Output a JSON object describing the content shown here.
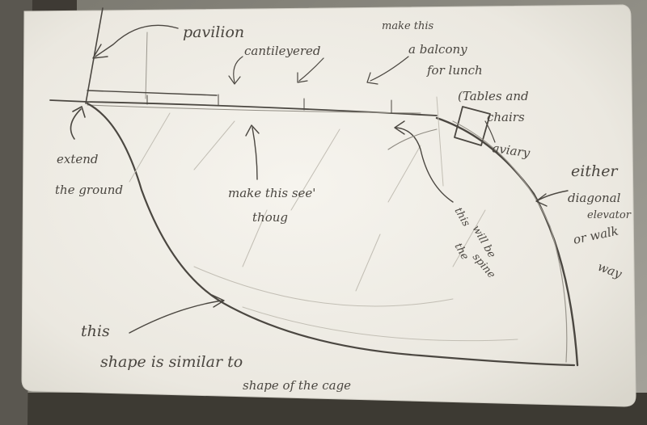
{
  "notes": {
    "pavilion": "pavilion",
    "cantilevered": "cantileyered",
    "balcony_1": "make this",
    "balcony_2": "a balcony",
    "balcony_3": "for lunch",
    "balcony_4": "(Tables and",
    "balcony_5": "chairs",
    "aviary": "aviary",
    "either": "either",
    "diagonal": "diagonal",
    "elevator": "elevator",
    "or_walk": "or walk",
    "way": "way",
    "extend_1": "extend",
    "extend_2": "the ground",
    "see_through_1": "make this see'",
    "see_through_2": "thoug",
    "spine_1": "this",
    "spine_2": "will be",
    "spine_3": "the",
    "spine_4": "spine",
    "this": "this",
    "shape_line": "shape  is  similar  to",
    "cage_line": "shape  of  the  cage"
  },
  "colors": {
    "paper": "#f2f0ea",
    "pencil": "#4a4640",
    "backdrop": "#8f8d86"
  }
}
